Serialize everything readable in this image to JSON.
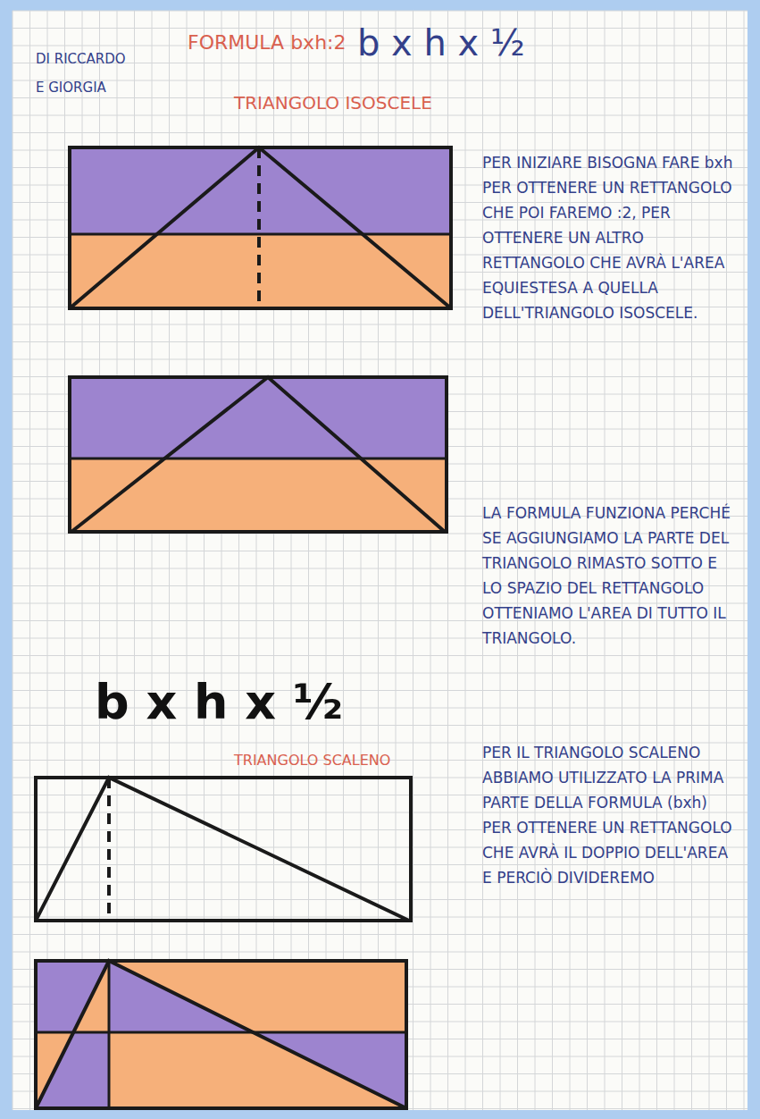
{
  "diagram": {
    "labels": [
      "DI RICCARDO",
      "E GIORGIA",
      "FORMULA bxh:2",
      "b x h x ½",
      "TRIANGOLO ISOSCELE",
      "PER INIZIARE BISOGNA FARE bxh PER OTTENERE UN RETTANGOLO CHE POI FAREMO :2, PER OTTENERE UN ALTRO RETTANGOLO CHE AVRÀ L'AREA EQUIESTESA A QUELLA DELL'TRIANGOLO ISOSCELE.",
      "LA FORMULA FUNZIONA PERCHÉ SE AGGIUNGIAMO LA PARTE DEL TRIANGOLO RIMASTO SOTTO E LO SPAZIO DEL RETTANGOLO OTTENIAMO L'AREA DI TUTTO IL TRIANGOLO.",
      "b x h x ½",
      "TRIANGOLO SCALENO",
      "PER IL TRIANGOLO SCALENO ABBIAMO UTILIZZATO LA PRIMA PARTE DELLA FORMULA (bxh) PER OTTENERE UN RETTANGOLO CHE AVRÀ IL DOPPIO DELL'AREA E PERCIÒ DIVIDEREMO"
    ]
  }
}
